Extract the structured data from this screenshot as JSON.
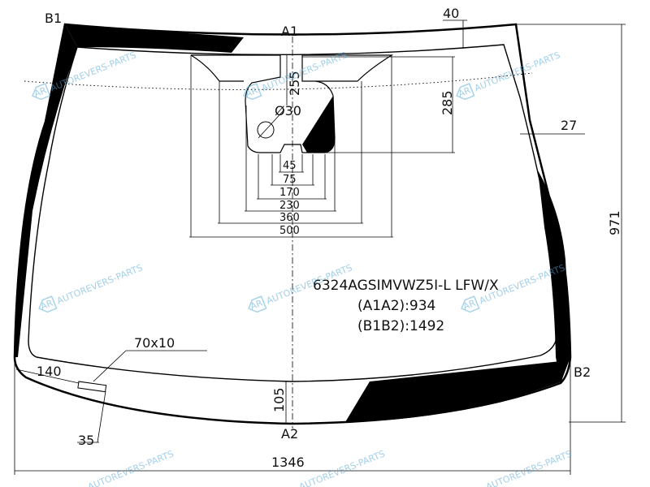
{
  "points": {
    "b1": "B1",
    "a1": "A1",
    "b2": "B2",
    "a2": "A2"
  },
  "dimensions": {
    "d40": "40",
    "d255": "255",
    "d285": "285",
    "d27": "27",
    "d971": "971",
    "d30": "Ø30",
    "d45": "45",
    "d75": "75",
    "d170": "170",
    "d230": "230",
    "d360": "360",
    "d500": "500",
    "d70x10": "70x10",
    "d140": "140",
    "d105": "105",
    "d35": "35",
    "d1346": "1346"
  },
  "product": {
    "code": "6324AGSIMVWZ5I-L LFW/X",
    "a1a2": "(A1A2):934",
    "b1b2": "(B1B2):1492"
  },
  "watermark": {
    "text": "AUTOREVERS-PARTS",
    "logo": "AR"
  },
  "colors": {
    "ink": "#000000",
    "watermark": "#5aa9d6",
    "background": "#ffffff"
  }
}
